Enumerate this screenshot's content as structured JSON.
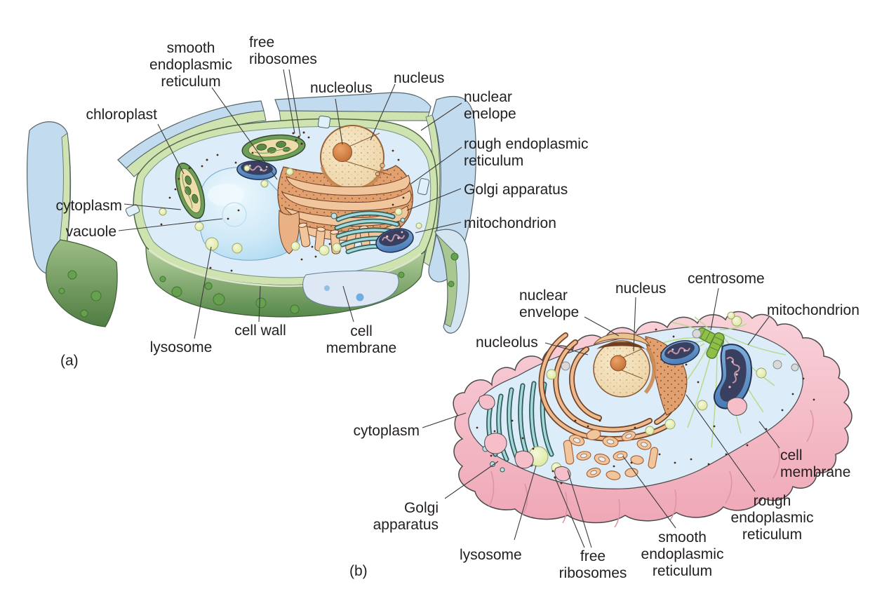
{
  "figure": {
    "panel_a": {
      "tag": "(a)",
      "labels": {
        "smooth_er": "smooth\nendoplasmic\nreticulum",
        "free_ribosomes": "free\nribosomes",
        "nucleolus": "nucleolus",
        "nucleus": "nucleus",
        "nuclear_envelope": "nuclear\nenelope",
        "rough_er": "rough endoplasmic\nreticulum",
        "golgi_apparatus": "Golgi apparatus",
        "mitochondrion": "mitochondrion",
        "chloroplast": "chloroplast",
        "cytoplasm": "cytoplasm",
        "vacuole": "vacuole",
        "lysosome": "lysosome",
        "cell_wall": "cell wall",
        "cell_membrane": "cell\nmembrane"
      }
    },
    "panel_b": {
      "tag": "(b)",
      "labels": {
        "nuclear_envelope": "nuclear\nenvelope",
        "nucleus": "nucleus",
        "centrosome": "centrosome",
        "mitochondrion": "mitochondrion",
        "nucleolus": "nucleolus",
        "cytoplasm": "cytoplasm",
        "golgi_apparatus": "Golgi\napparatus",
        "lysosome": "lysosome",
        "free_ribosomes": "free\nribosomes",
        "smooth_er": "smooth\nendoplasmic\nreticulum",
        "rough_er": "rough\nendoplasmic\nreticulum",
        "cell_membrane": "cell\nmembrane"
      }
    },
    "palette": {
      "label_text": "#231f20",
      "leader_line": "#3c3c3c",
      "cytoplasm_blue": "#dcecf8",
      "cell_wall_green": "#6f9e58",
      "wall_rim_green": "#cfe3b0",
      "neighbor_wall_blue": "#c3dbee",
      "vacuole_blue": "#a9d7f0",
      "nucleus_tan": "#f2dfba",
      "nucleolus_orange": "#cf7f45",
      "er_orange": "#e8ab79",
      "golgi_teal": "#8fc9c9",
      "mitochondrion_navy": "#39405f",
      "mitochondrion_blue": "#5b8fc9",
      "lysosome_yellow_green": "#e4eda8",
      "animal_membrane_pink": "#f5bec9",
      "centrosome_green": "#8fbf45",
      "microtubule_green": "#b9d98e",
      "ribosome_dot_brown": "#4a2a18"
    }
  }
}
